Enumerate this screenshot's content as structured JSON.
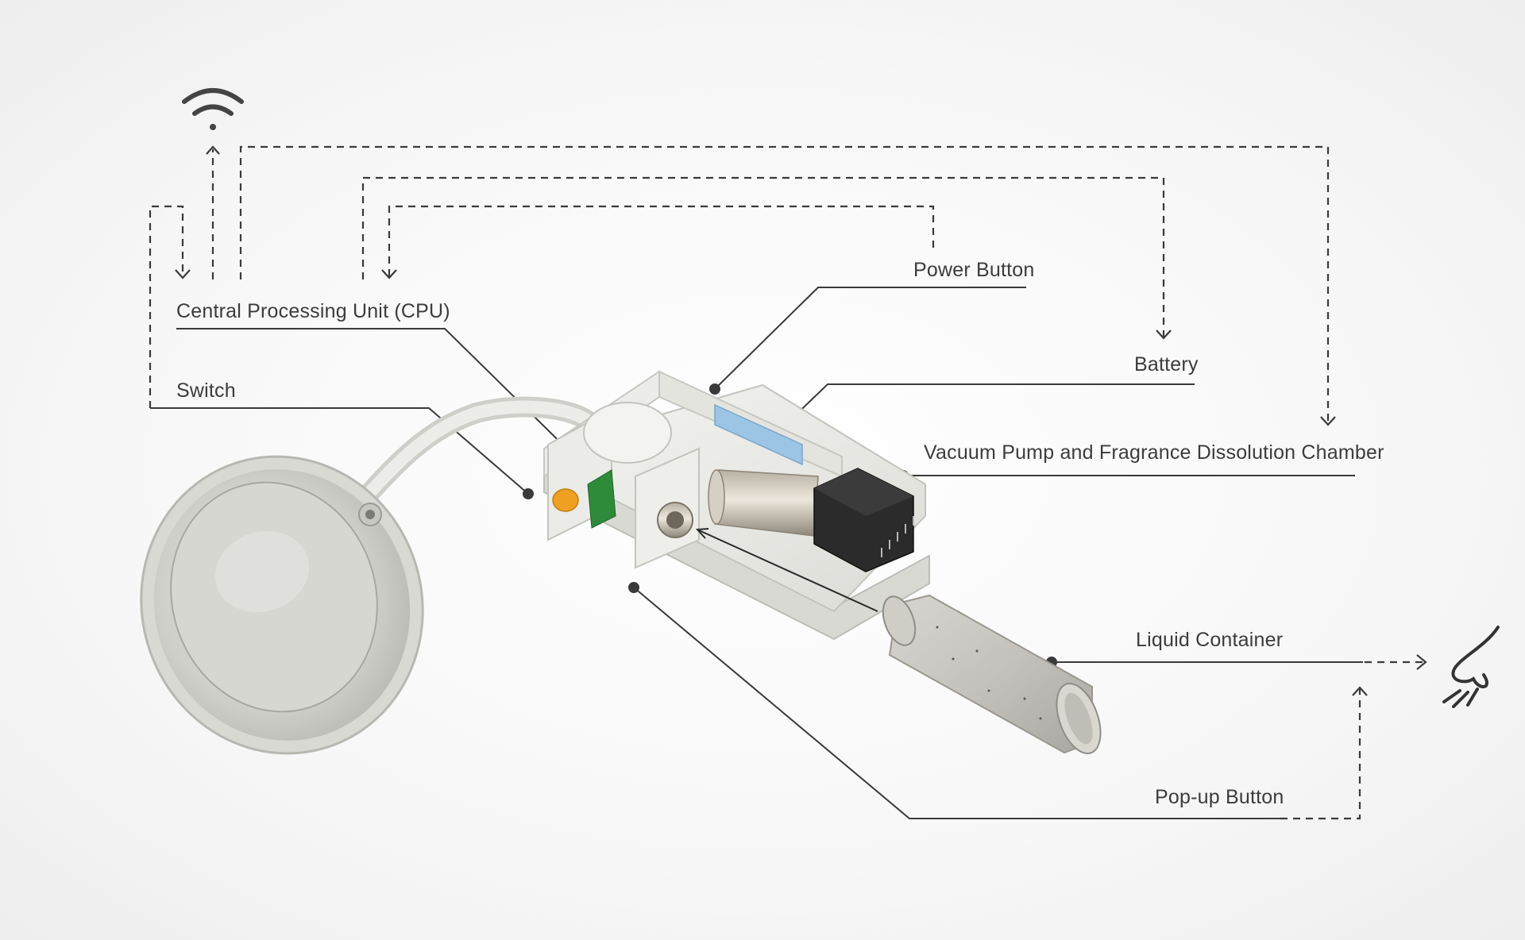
{
  "labels": {
    "cpu": "Central Processing Unit (CPU)",
    "switch": "Switch",
    "power_button": "Power Button",
    "battery": "Battery",
    "vacuum_pump": "Vacuum Pump and Fragrance Dissolution Chamber",
    "liquid_container": "Liquid Container",
    "popup_button": "Pop-up Button"
  },
  "icons": [
    "wifi-icon",
    "nose-icon"
  ],
  "colors": {
    "line": "#3a3a3a",
    "switch_orange": "#f0a020",
    "battery_blue": "#9cc4e4",
    "pcb_green": "#2e8b3a",
    "casing": "#efefeb"
  }
}
